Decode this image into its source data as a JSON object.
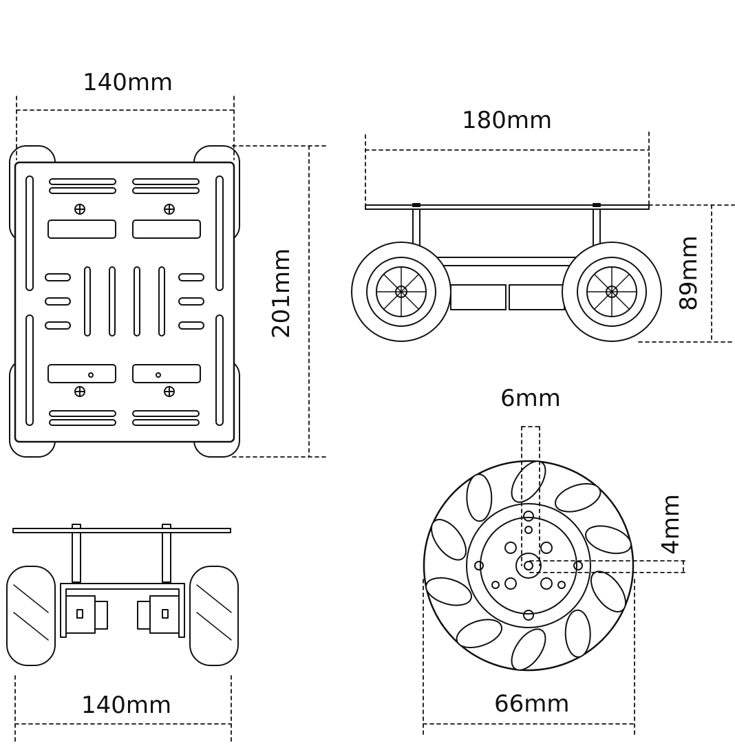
{
  "dimensions": {
    "top_width": "140mm",
    "top_length": "201mm",
    "side_length": "180mm",
    "side_height": "89mm",
    "front_width": "140mm",
    "shaft_width": "6mm",
    "shaft_flat": "4mm",
    "wheel_diameter": "66mm"
  },
  "colors": {
    "line": "#111111",
    "background": "#ffffff"
  }
}
